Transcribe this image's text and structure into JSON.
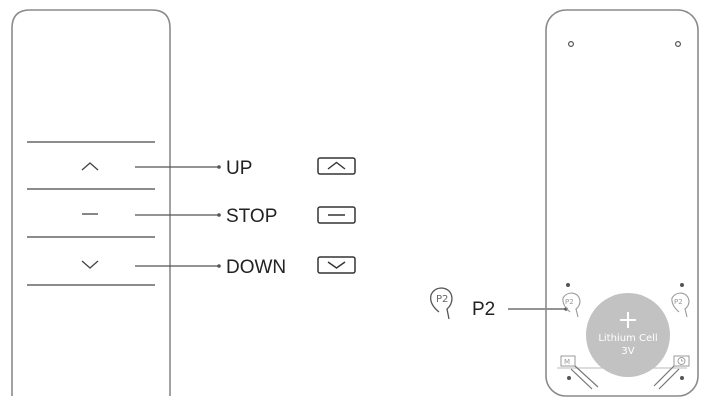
{
  "labels": {
    "up": "UP",
    "stop": "STOP",
    "down": "DOWN",
    "p2": "P2"
  },
  "back": {
    "p2_icon_left": "P2",
    "p2_icon_right": "P2",
    "m_icon": "M",
    "battery_line1": "Lithium Cell",
    "battery_line2": "3V"
  },
  "icons": {
    "up": "chevron-up-icon",
    "stop": "dash-icon",
    "down": "chevron-down-icon",
    "up_symbol": "up-symbol-icon",
    "stop_symbol": "stop-symbol-icon",
    "down_symbol": "down-symbol-icon",
    "battery_plus": "plus-icon",
    "clock": "clock-icon"
  },
  "colors": {
    "outline": "#8a8a8a",
    "text": "#222222",
    "battery": "#c2c2c2"
  }
}
